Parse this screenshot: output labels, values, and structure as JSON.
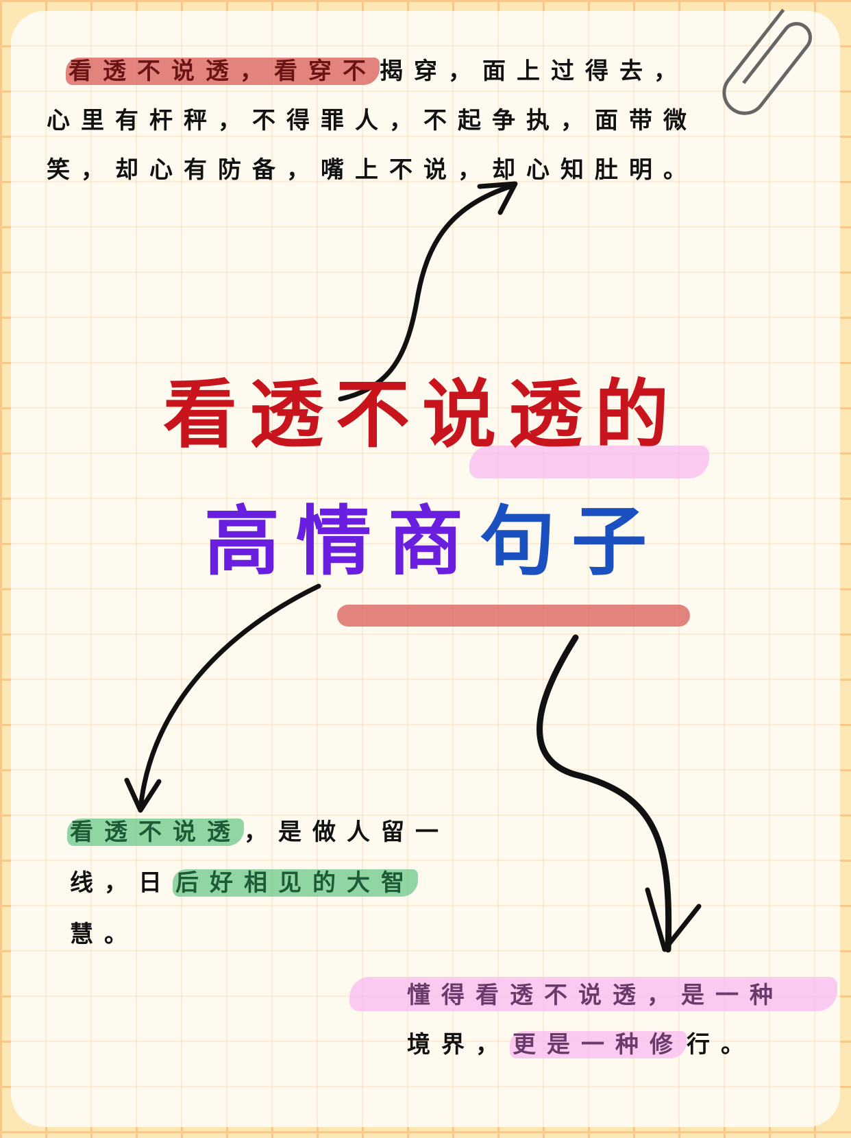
{
  "top_paragraph": {
    "line1_highlight": "看透不说透，看穿不",
    "line1_rest": "揭穿，面上过得去，",
    "line2": "心里有杆秤，不得罪人，不起争执，面带微",
    "line3": "笑，却心有防备，嘴上不说，却心知肚明。"
  },
  "title": {
    "line1": "看透不说透的",
    "line2_part1": "高情商",
    "line2_part2": "句子"
  },
  "left_paragraph": {
    "line1_highlight": "看透不说透",
    "line1_rest": "，是做人留一",
    "line2_start": "线，日",
    "line2_highlight": "后好相见的大智",
    "line3": "慧。"
  },
  "right_paragraph": {
    "line1": "懂得看透不说透，是一种",
    "line2_start": "境界，",
    "line2_highlight": "更是一种修",
    "line2_end": "行。"
  },
  "colors": {
    "title_red": "#c8141c",
    "title_purple": "#6a1ee0",
    "title_blue": "#1a50c0",
    "highlight_red": "#dd6e69",
    "highlight_green": "#6ec88c",
    "highlight_pink": "#f8b9f0"
  },
  "icons": [
    "paperclip-icon",
    "arrow-up-right-icon",
    "arrow-down-left-icon",
    "arrow-down-icon"
  ]
}
